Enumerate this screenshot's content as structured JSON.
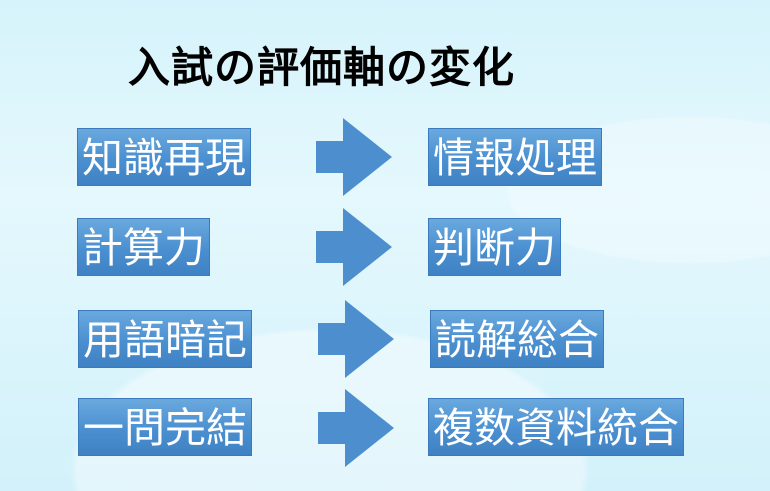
{
  "title": "入試の評価軸の変化",
  "rows": [
    {
      "from": "知識再現",
      "to": "情報処理"
    },
    {
      "from": "計算力",
      "to": "判断力"
    },
    {
      "from": "用語暗記",
      "to": "読解総合"
    },
    {
      "from": "一問完結",
      "to": "複数資料統合"
    }
  ],
  "colors": {
    "box": "#4a8fd0",
    "arrow": "#4d8fce"
  }
}
